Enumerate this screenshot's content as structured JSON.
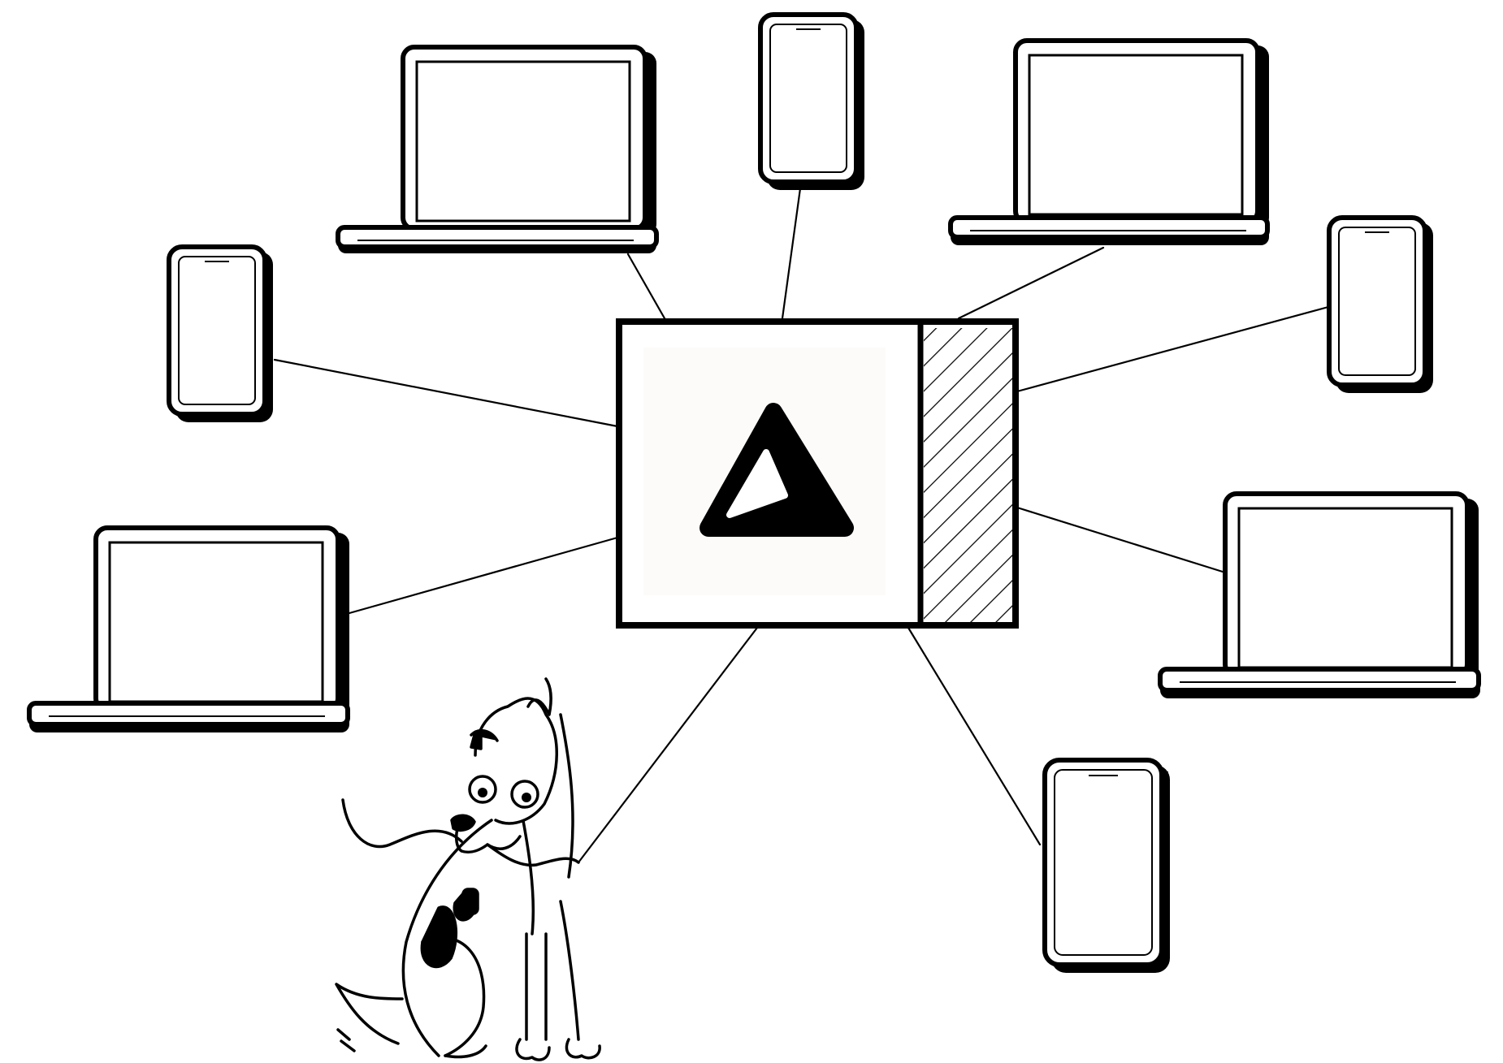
{
  "diagram": {
    "kind": "hub-and-spoke network",
    "hub": {
      "icon": "triangle-logo-icon",
      "label": ""
    },
    "devices": [
      {
        "id": "laptop-top-left",
        "type": "laptop"
      },
      {
        "id": "phone-top-center",
        "type": "phone"
      },
      {
        "id": "laptop-top-right",
        "type": "laptop"
      },
      {
        "id": "phone-left",
        "type": "phone"
      },
      {
        "id": "phone-right",
        "type": "phone"
      },
      {
        "id": "laptop-left",
        "type": "laptop"
      },
      {
        "id": "laptop-right",
        "type": "laptop"
      },
      {
        "id": "phone-bottom-right",
        "type": "phone"
      }
    ],
    "mascot": {
      "icon": "dog-icon",
      "holding": "cable"
    },
    "colors": {
      "ink": "#000000",
      "paper": "#ffffff",
      "hub_face": "#fcfbfa"
    }
  }
}
